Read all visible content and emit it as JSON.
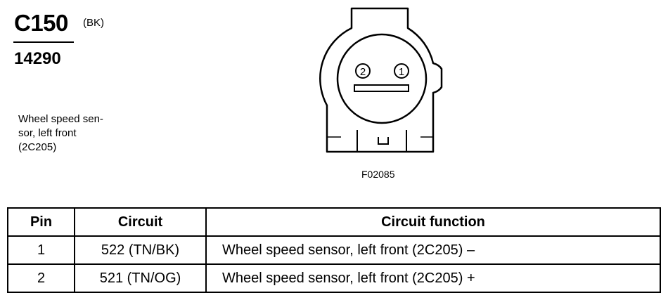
{
  "header": {
    "connector_id": "C150",
    "color_code": "(BK)",
    "part_number": "14290"
  },
  "description": {
    "lines": [
      "Wheel speed sen-",
      "sor, left front",
      "(2C205)"
    ]
  },
  "diagram": {
    "pin_labels": [
      "2",
      "1"
    ],
    "figure_id": "F02085"
  },
  "table": {
    "headers": [
      "Pin",
      "Circuit",
      "Circuit function"
    ],
    "rows": [
      [
        "1",
        "522 (TN/BK)",
        "Wheel speed sensor, left front (2C205) –"
      ],
      [
        "2",
        "521 (TN/OG)",
        "Wheel speed sensor, left front (2C205) +"
      ]
    ]
  }
}
